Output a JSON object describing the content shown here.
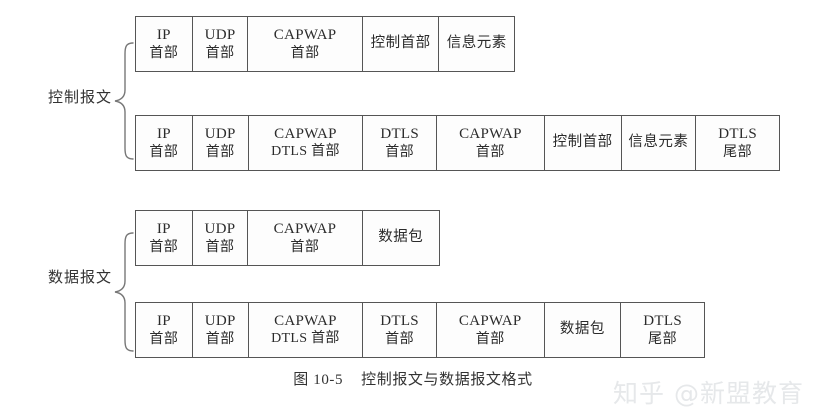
{
  "figure": {
    "caption_number": "图 10-5",
    "caption_title": "控制报文与数据报文格式",
    "watermark": "知乎 @新盟教育"
  },
  "groups": [
    {
      "id": "control-message",
      "label": "控制报文"
    },
    {
      "id": "data-message",
      "label": "数据报文"
    }
  ],
  "rows": [
    {
      "id": "control-plain",
      "group": "control-message",
      "fields": [
        {
          "line1": "IP",
          "line2": "首部"
        },
        {
          "line1": "UDP",
          "line2": "首部"
        },
        {
          "line1": "CAPWAP",
          "line2": "首部"
        },
        {
          "line1": "控制首部",
          "line2": ""
        },
        {
          "line1": "信息元素",
          "line2": ""
        }
      ]
    },
    {
      "id": "control-dtls",
      "group": "control-message",
      "fields": [
        {
          "line1": "IP",
          "line2": "首部"
        },
        {
          "line1": "UDP",
          "line2": "首部"
        },
        {
          "line1": "CAPWAP",
          "line2": "DTLS 首部"
        },
        {
          "line1": "DTLS",
          "line2": "首部"
        },
        {
          "line1": "CAPWAP",
          "line2": "首部"
        },
        {
          "line1": "控制首部",
          "line2": ""
        },
        {
          "line1": "信息元素",
          "line2": ""
        },
        {
          "line1": "DTLS",
          "line2": "尾部"
        }
      ]
    },
    {
      "id": "data-plain",
      "group": "data-message",
      "fields": [
        {
          "line1": "IP",
          "line2": "首部"
        },
        {
          "line1": "UDP",
          "line2": "首部"
        },
        {
          "line1": "CAPWAP",
          "line2": "首部"
        },
        {
          "line1": "数据包",
          "line2": ""
        }
      ]
    },
    {
      "id": "data-dtls",
      "group": "data-message",
      "fields": [
        {
          "line1": "IP",
          "line2": "首部"
        },
        {
          "line1": "UDP",
          "line2": "首部"
        },
        {
          "line1": "CAPWAP",
          "line2": "DTLS 首部"
        },
        {
          "line1": "DTLS",
          "line2": "首部"
        },
        {
          "line1": "CAPWAP",
          "line2": "首部"
        },
        {
          "line1": "数据包",
          "line2": ""
        },
        {
          "line1": "DTLS",
          "line2": "尾部"
        }
      ]
    }
  ]
}
